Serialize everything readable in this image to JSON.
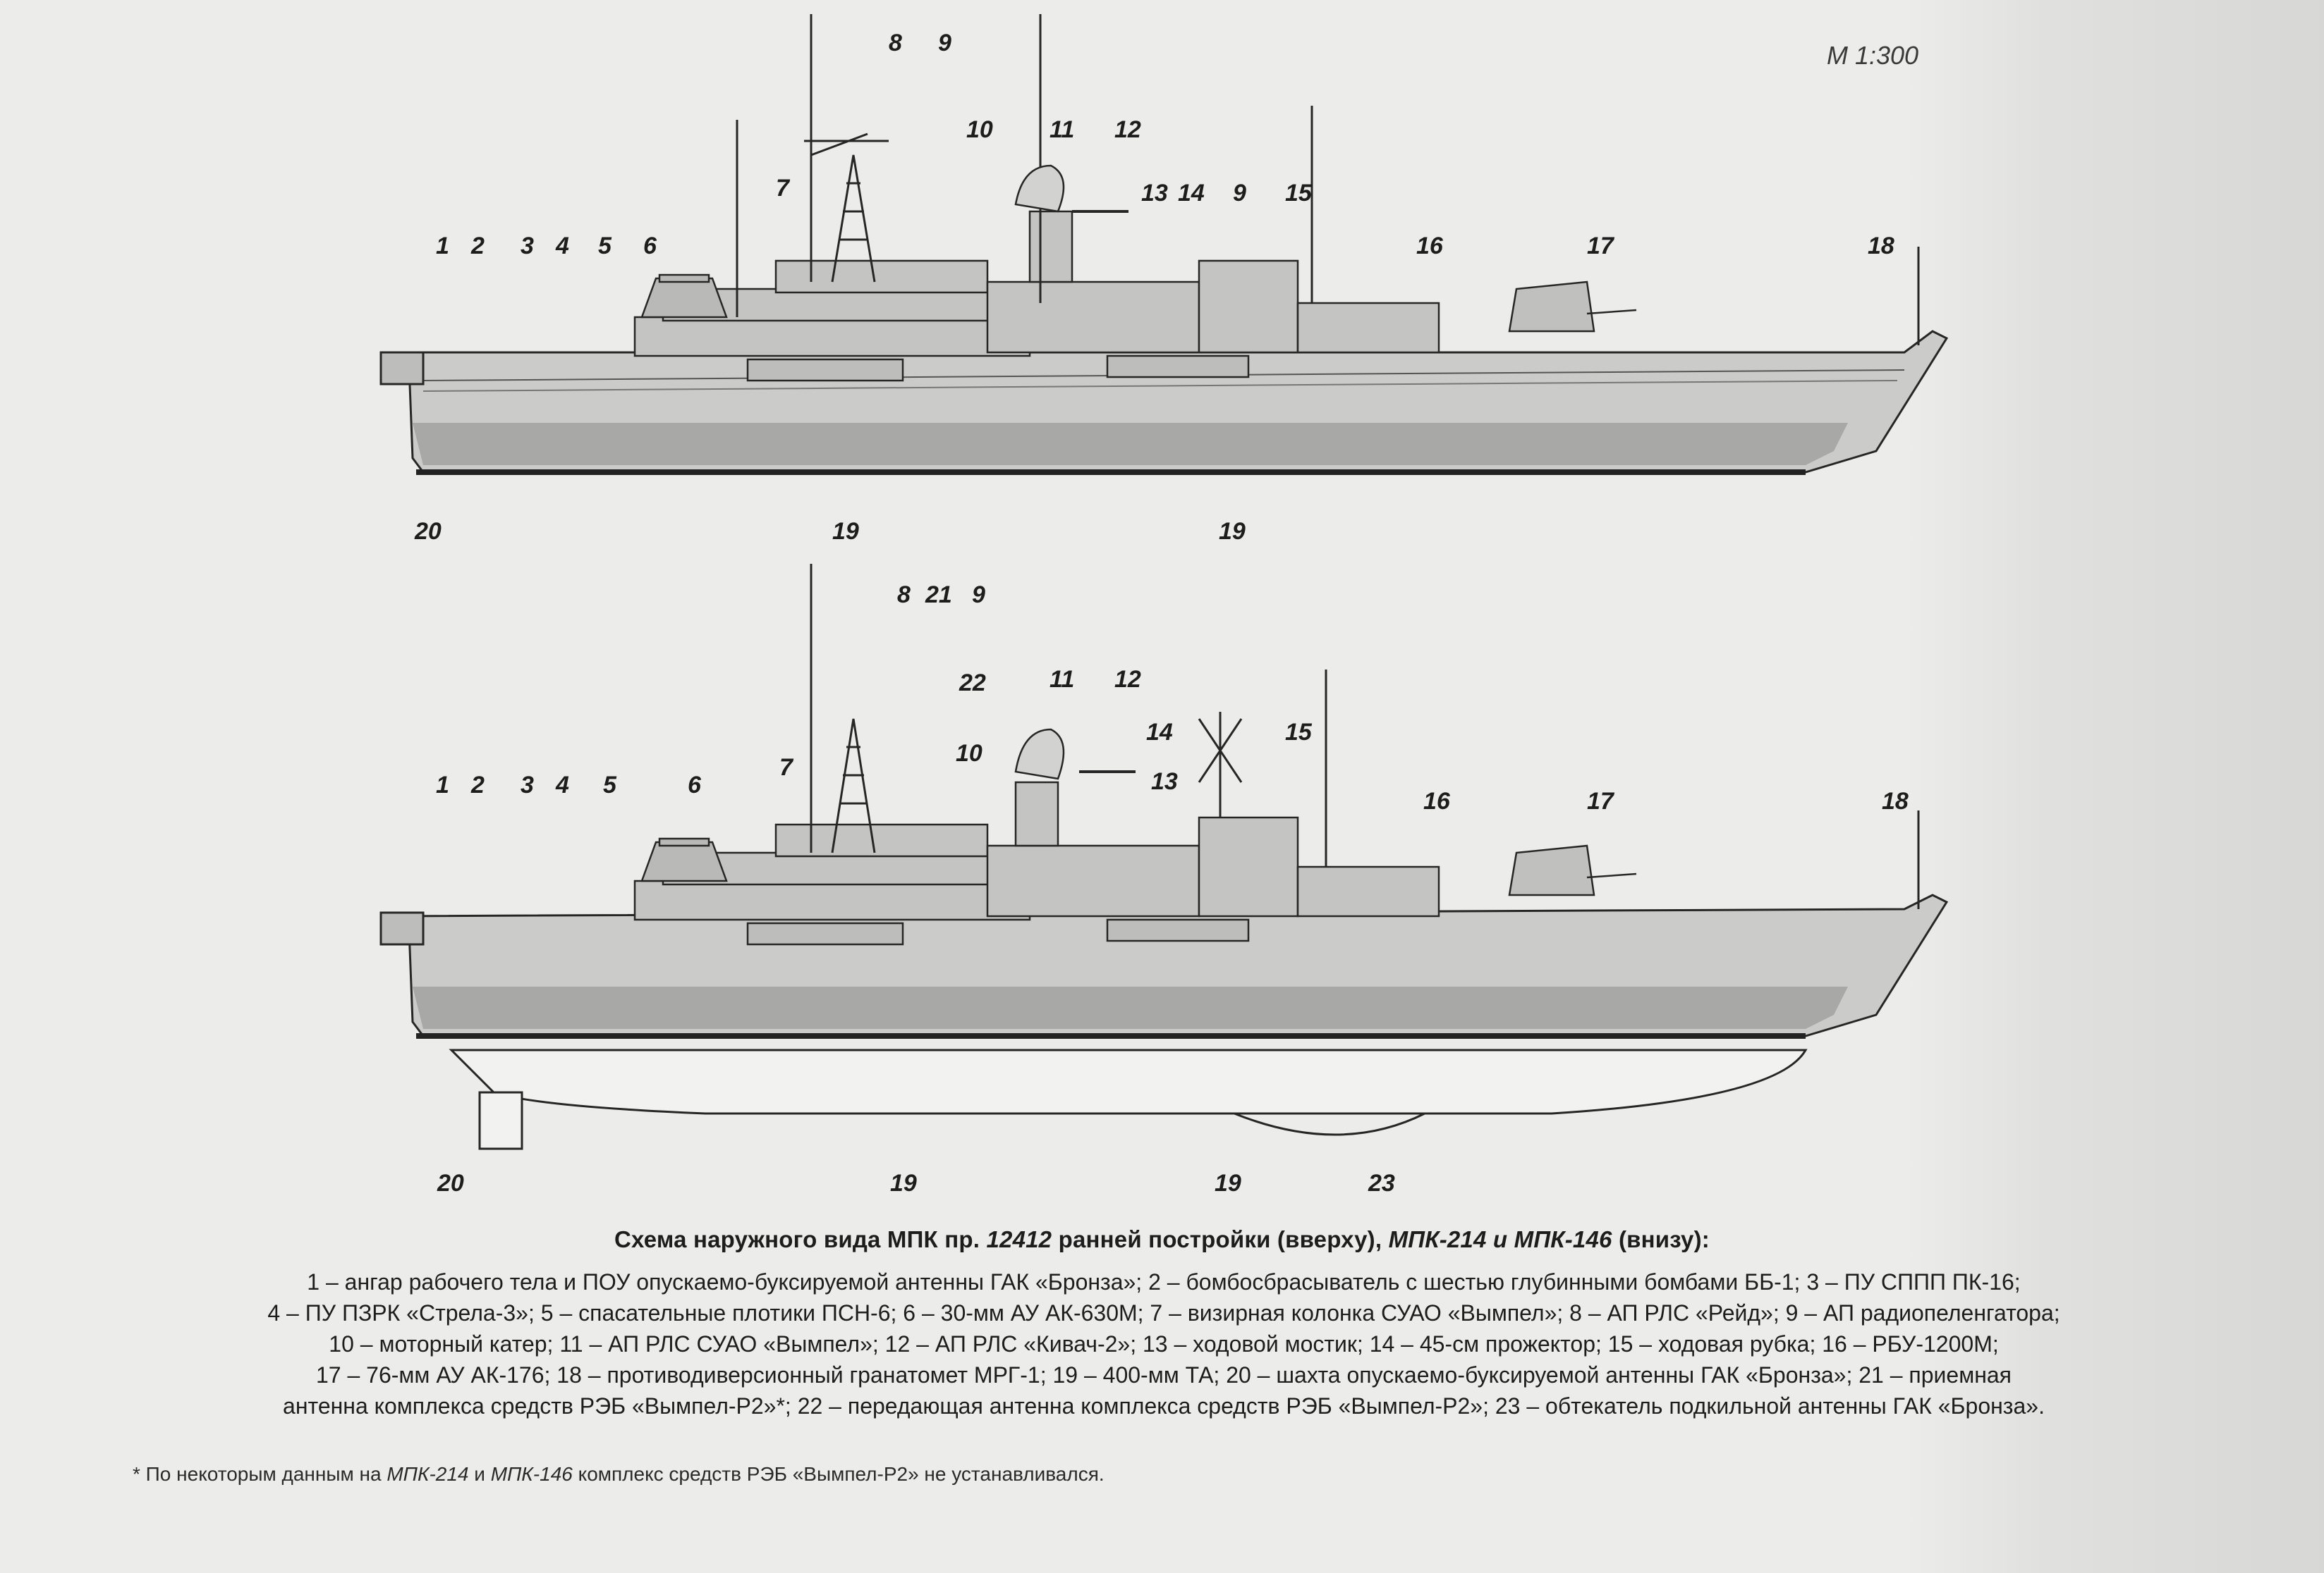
{
  "scale": "М 1:300",
  "callouts_top": [
    "1",
    "2",
    "3",
    "4",
    "5",
    "6",
    "7",
    "8",
    "9",
    "10",
    "11",
    "12",
    "13",
    "14",
    "9",
    "15",
    "16",
    "17",
    "18",
    "19",
    "19",
    "20"
  ],
  "callouts_bottom": [
    "1",
    "2",
    "3",
    "4",
    "5",
    "6",
    "7",
    "8",
    "21",
    "9",
    "22",
    "10",
    "11",
    "12",
    "14",
    "13",
    "15",
    "16",
    "17",
    "18",
    "19",
    "19",
    "20",
    "23"
  ],
  "title": {
    "prefix": "Схема наружного вида МПК пр. ",
    "project": "12412",
    "middle": " ранней постройки (вверху), ",
    "ships": "МПК-214 и МПК-146",
    "suffix": " (внизу):"
  },
  "legend": [
    "1 – ангар рабочего тела и ПОУ опускаемо-буксируемой антенны ГАК «Бронза»; 2 – бомбосбрасыватель с шестью глубинными бомбами ББ-1; 3 – ПУ СППП ПК-16;",
    "4 – ПУ ПЗРК «Стрела-3»; 5 – спасательные плотики ПСН-6; 6 – 30-мм АУ АК-630М; 7 – визирная колонка СУАО «Вымпел»; 8 – АП РЛС «Рейд»; 9 – АП радиопеленгатора;",
    "10 – моторный катер;  11 – АП РЛС СУАО «Вымпел»; 12 – АП РЛС «Кивач-2»; 13 – ходовой мостик; 14 – 45-см прожектор; 15 – ходовая рубка; 16 – РБУ-1200М;",
    "17 – 76-мм АУ АК-176; 18 – противодиверсионный гранатомет МРГ-1; 19 – 400-мм ТА; 20 – шахта опускаемо-буксируемой антенны ГАК «Бронза»; 21 – приемная",
    "антенна комплекса средств РЭБ «Вымпел-Р2»*; 22 – передающая антенна комплекса средств РЭБ «Вымпел-Р2»; 23 – обтекатель подкильной антенны ГАК «Бронза»."
  ],
  "footnote": {
    "prefix": "* По некоторым данным на ",
    "ship1": "МПК-214",
    "and": " и ",
    "ship2": "МПК-146",
    "suffix": " комплекс средств РЭБ «Вымпел-Р2» не устанавливался."
  },
  "colors": {
    "hull_upper": "#c9c9c7",
    "hull_band": "#a9a9a7",
    "waterline": "#2c2c2c",
    "outline": "#262626",
    "paper": "#ececea"
  }
}
